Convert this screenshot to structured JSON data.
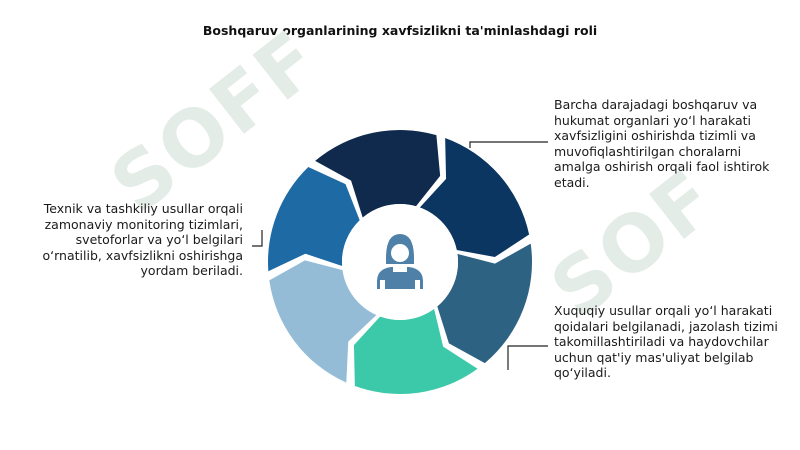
{
  "title": "Boshqaruv organlarining xavfsizlikni ta'minlashdagi roli",
  "watermark": {
    "left": "SOFF",
    "right": "SOF"
  },
  "colors": {
    "seg_top": "#0f2a4d",
    "seg_topright": "#0b3662",
    "seg_right": "#2e6283",
    "seg_bottom_right": "#3cc9a9",
    "seg_bottom_left": "#95bcd7",
    "seg_left": "#1d6aa5",
    "hub": "#ffffff",
    "hub_icon": "#4f81a8",
    "connector": "#222222"
  },
  "texts": {
    "left": "Texnik va tashkiliy usullar orqali zamonaviy monitoring tizimlari, svetoforlar va yo‘l belgilari o‘rnatilib, xavfsizlikni oshirishga yordam beriladi.",
    "top_right": "Barcha darajadagi boshqaruv va hukumat organlari yo‘l harakati xavfsizligini oshirishda tizimli va muvofiqlashtirilgan choralarni amalga oshirish orqali faol ishtirok etadi.",
    "bottom_right": "Xuquqiy usullar orqali yo‘l harakati qoidalari belgilanadi, jazolash tizimi takomillashtiriladi va haydovchilar uchun qat'iy mas'uliyat belgilab qo‘yiladi."
  },
  "icon": "person-icon"
}
